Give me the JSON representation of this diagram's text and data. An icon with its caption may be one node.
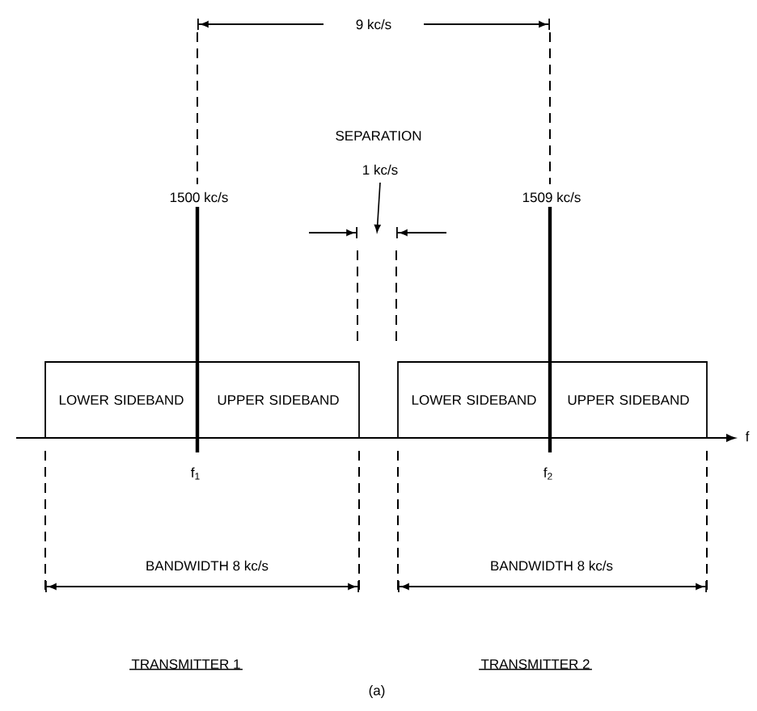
{
  "diagram": {
    "caption": "(a)",
    "nodes": [
      {
        "text": [
          "LOWER SIDEBAND"
        ]
      },
      {
        "text": [
          "UPPER SIDEBAND"
        ]
      },
      {
        "text": [
          "LOWER SIDEBAND"
        ]
      },
      {
        "text": [
          "UPPER SIDEBAND"
        ]
      }
    ],
    "labels": [
      "9 kc/s",
      "SEPARATION",
      "1 kc/s",
      "1500 kc/s",
      "1509 kc/s",
      "f",
      "f$_{1}$",
      "f$_{2}$",
      "BANDWIDTH 8 kc/s",
      "BANDWIDTH 8 kc/s",
      "TRANSMITTER 1",
      "TRANSMITTER 2"
    ]
  }
}
